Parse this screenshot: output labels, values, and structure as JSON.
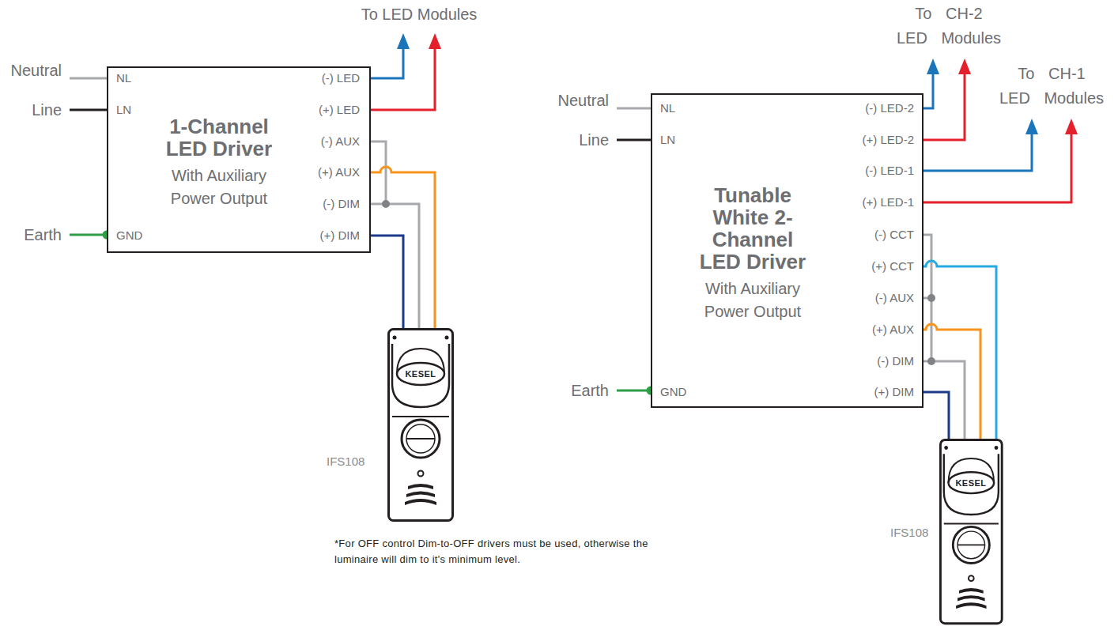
{
  "diagram": {
    "nodes": [
      {
        "text": [
          "1-Channel LED Driver",
          "With Auxiliary Power Output"
        ]
      },
      {
        "text": [
          "Tunable White 2-Channel LED Driver",
          "With Auxiliary Power Output"
        ]
      }
    ],
    "labels": [
      "Neutral",
      "Line",
      "Earth",
      "NL",
      "LN",
      "GND",
      "(-) LED",
      "(+) LED",
      "(-) AUX",
      "(+) AUX",
      "(-) DIM",
      "(+) DIM",
      "To LED Modules",
      "KESEL",
      "IFS108",
      "*For OFF control Dim-to-OFF drivers must be used, otherwise the luminaire will dim to it's minimum level.",
      "To CH-2 LED Modules",
      "To CH-1 LED Modules",
      "Neutral",
      "Line",
      "NL",
      "LN",
      "(-) LED-2",
      "(+) LED-2",
      "(-) LED-1",
      "(+) LED-1",
      "(-) CCT",
      "(+) CCT",
      "(-) AUX",
      "(+) AUX",
      "(-) DIM",
      "(+) DIM",
      "Earth",
      "GND",
      "KESEL",
      "IFS108"
    ]
  }
}
